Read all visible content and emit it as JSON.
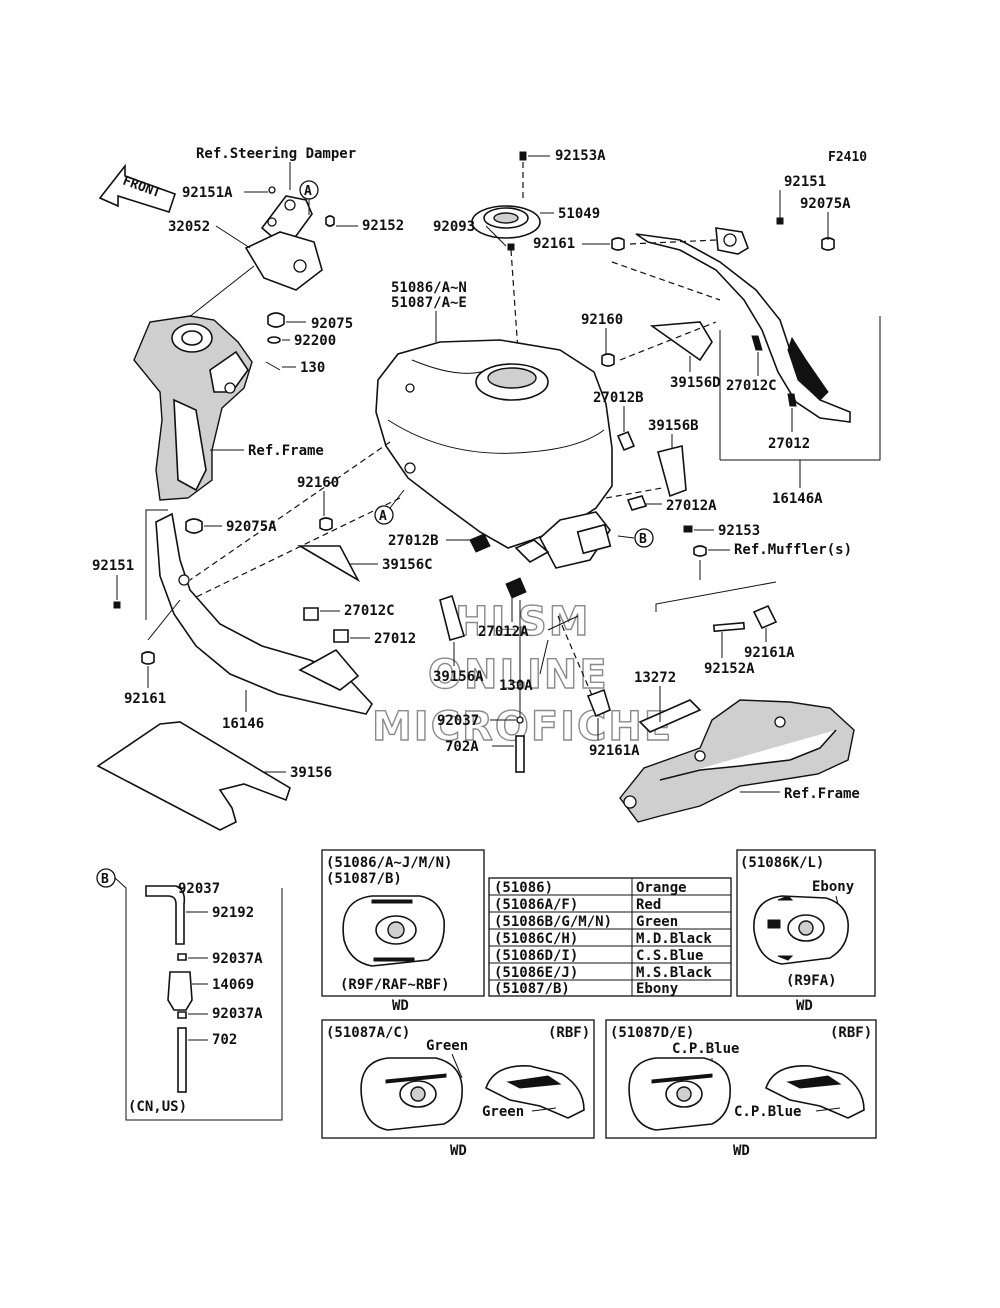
{
  "figure_code": "F2410",
  "front_label": "FRONT",
  "labels": {
    "ref_steering_damper": "Ref.Steering Damper",
    "p92151A": "92151A",
    "pA1": "A",
    "p92152": "92152",
    "p32052": "32052",
    "p92075": "92075",
    "p92200": "92200",
    "p130": "130",
    "ref_frame_left": "Ref.Frame",
    "p92153A": "92153A",
    "p51049": "51049",
    "p92093": "92093",
    "p51086": "51086/A~N",
    "p51087": "51087/A~E",
    "p92151": "92151",
    "p92075A_r": "92075A",
    "p92161_r": "92161",
    "p92160_r": "92160",
    "p39156D": "39156D",
    "p27012B_r": "27012B",
    "p27012C_r": "27012C",
    "p27012_r": "27012",
    "p39156B": "39156B",
    "p16146A": "16146A",
    "p92160_l": "92160",
    "pA2": "A",
    "p92075A_l": "92075A",
    "p27012A_r": "27012A",
    "p27012B_l": "27012B",
    "pB1": "B",
    "p92153": "92153",
    "ref_mufflers": "Ref.Muffler(s)",
    "p92151_l": "92151",
    "p39156C": "39156C",
    "p27012C_l": "27012C",
    "p27012_l": "27012",
    "p92161_l": "92161",
    "p16146": "16146",
    "p27012A_m": "27012A",
    "p39156A": "39156A",
    "p130A": "130A",
    "p92037_m": "92037",
    "p702A": "702A",
    "p13272": "13272",
    "p92161A_r": "92161A",
    "p92152A": "92152A",
    "p92161A_m": "92161A",
    "ref_frame_right": "Ref.Frame",
    "p39156": "39156"
  },
  "watermark": [
    "HLSM",
    "ONLINE",
    "MICROFICHE"
  ],
  "hose_box": {
    "callout": "B",
    "items": [
      "92037",
      "92192",
      "92037A",
      "14069",
      "92037A",
      "702"
    ],
    "note": "(CN,US)"
  },
  "panel1": {
    "title1": "(51086/A~J/M/N)",
    "title2": "(51087/B)",
    "note": "(R9F/RAF~RBF)",
    "footer": "WD"
  },
  "color_table": [
    {
      "part": "(51086)",
      "color": "Orange"
    },
    {
      "part": "(51086A/F)",
      "color": "Red"
    },
    {
      "part": "(51086B/G/M/N)",
      "color": "Green"
    },
    {
      "part": "(51086C/H)",
      "color": "M.D.Black"
    },
    {
      "part": "(51086D/I)",
      "color": "C.S.Blue"
    },
    {
      "part": "(51086E/J)",
      "color": "M.S.Black"
    },
    {
      "part": "(51087/B)",
      "color": "Ebony"
    }
  ],
  "panel2": {
    "title": "(51086K/L)",
    "color": "Ebony",
    "note": "(R9FA)",
    "footer": "WD"
  },
  "panel3": {
    "title": "(51087A/C)",
    "note": "(RBF)",
    "color1": "Green",
    "color2": "Green",
    "footer": "WD"
  },
  "panel4": {
    "title": "(51087D/E)",
    "note": "(RBF)",
    "color1": "C.P.Blue",
    "color2": "C.P.Blue",
    "footer": "WD"
  }
}
